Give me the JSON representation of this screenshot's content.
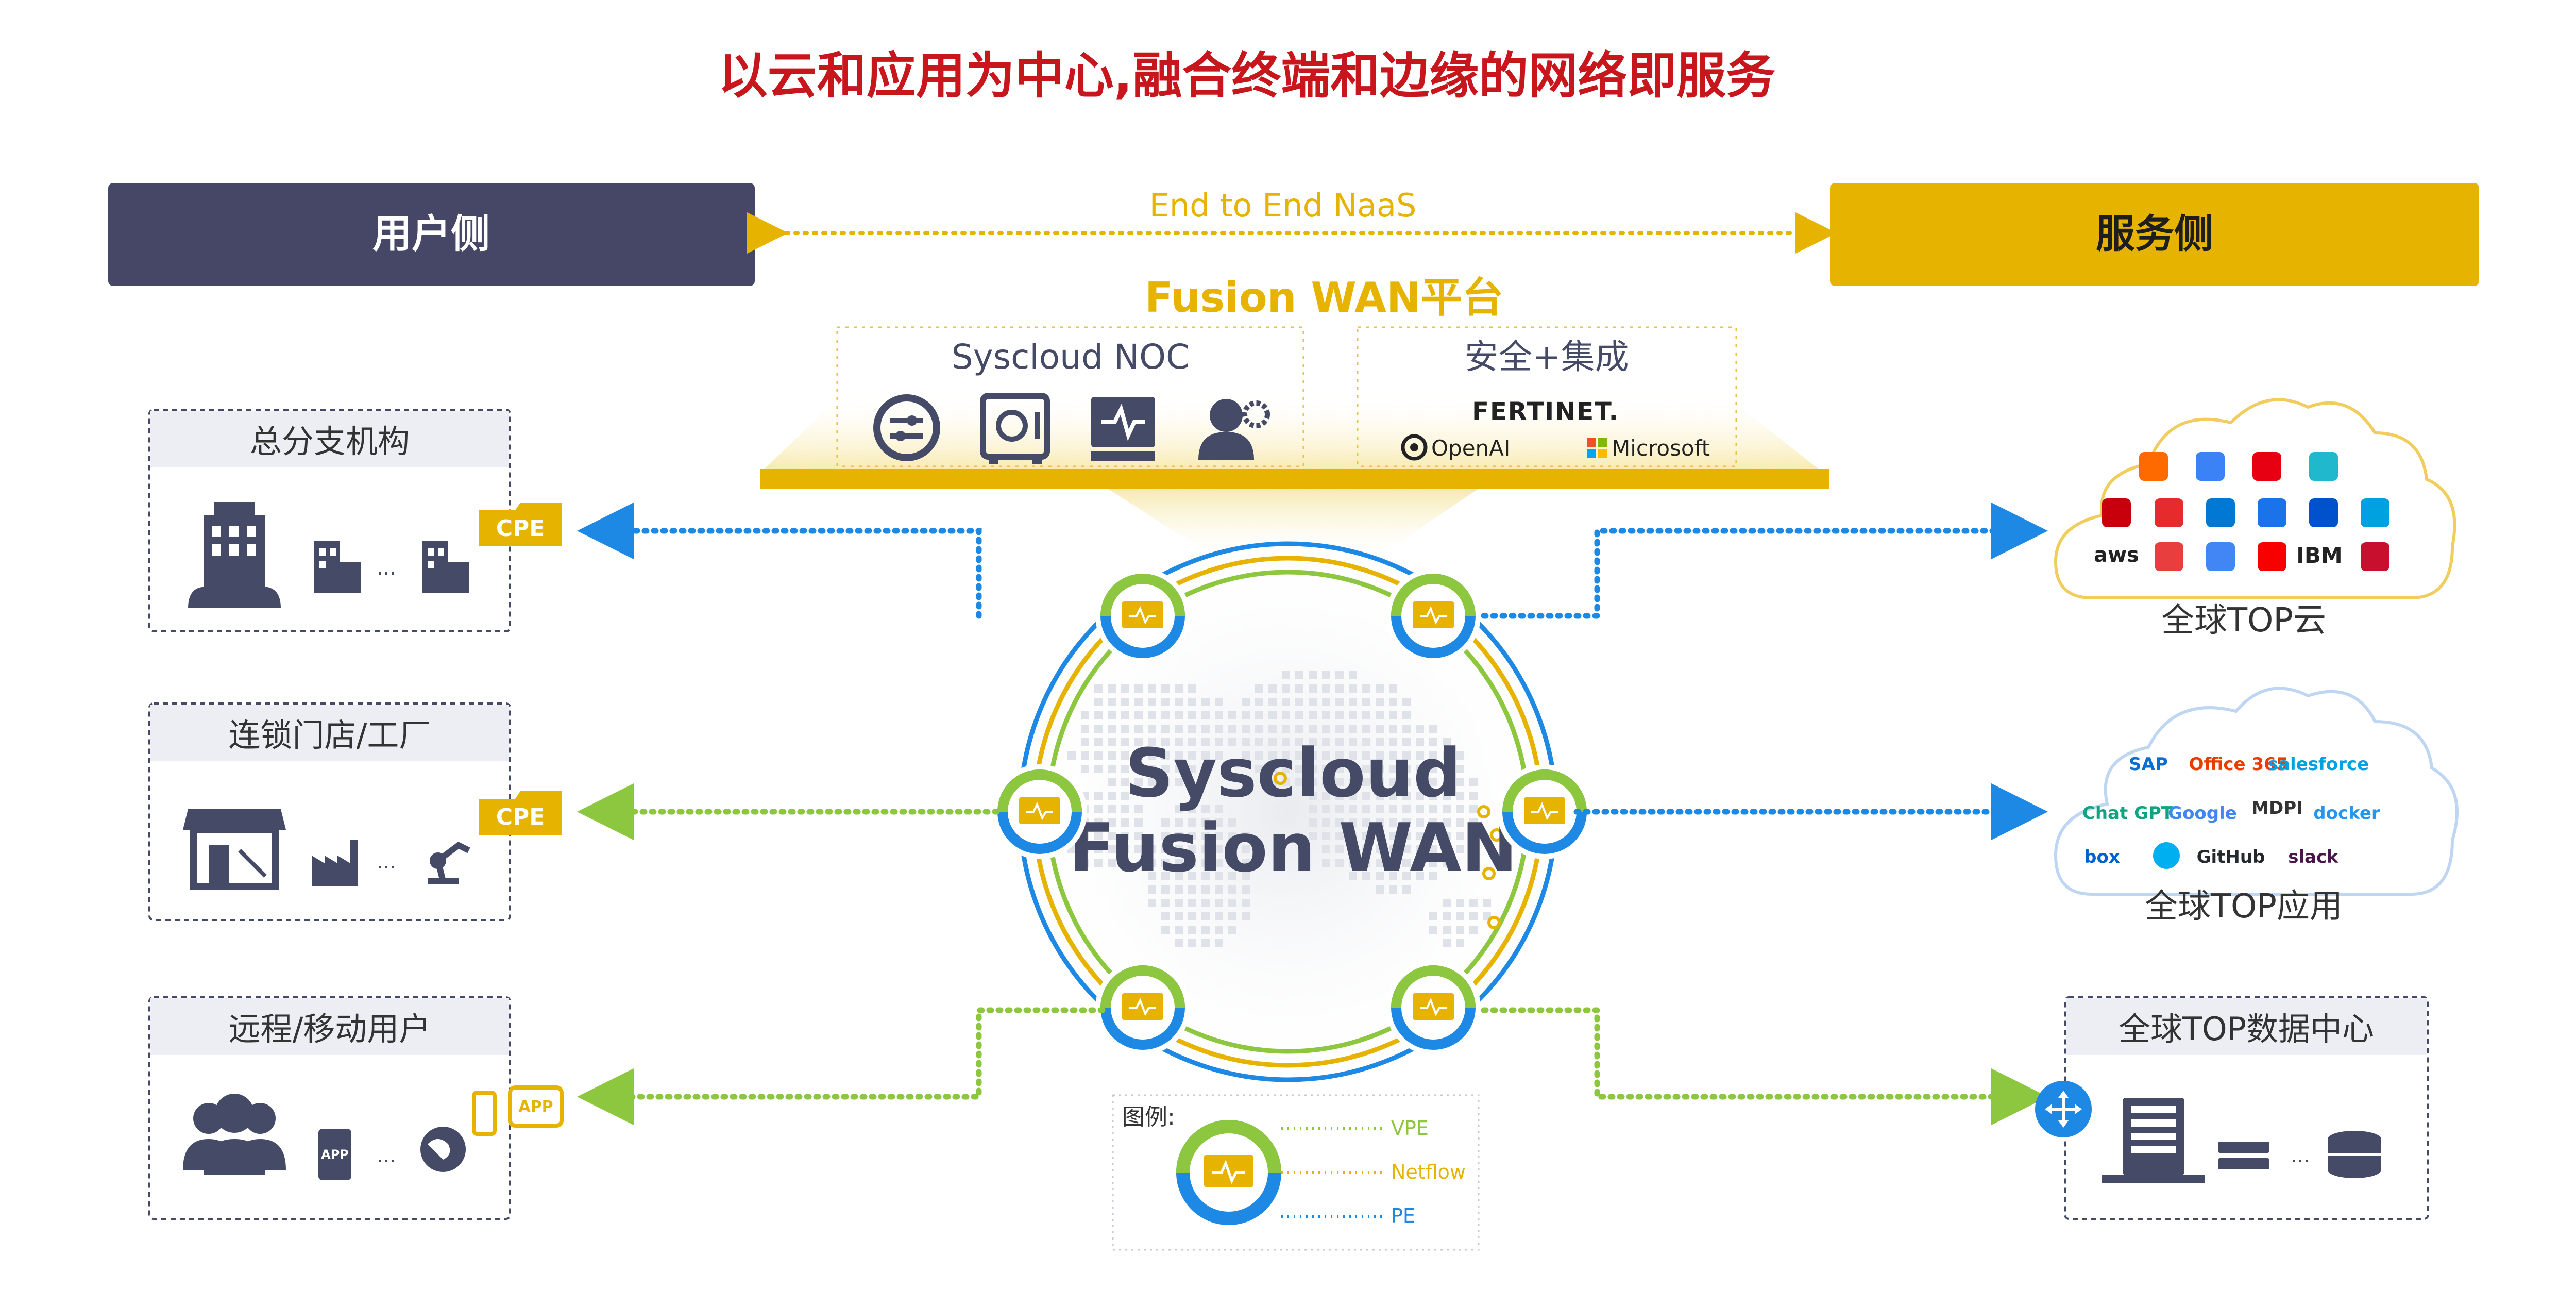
{
  "title": "以云和应用为中心,融合终端和边缘的网络即服务",
  "header": {
    "user_side": "用户侧",
    "service_side": "服务侧",
    "e2e_label": "End to End NaaS"
  },
  "platform": {
    "title": "Fusion WAN平台",
    "noc_title": "Syscloud NOC",
    "security_title": "安全+集成",
    "logos": [
      "FERTINET.",
      "OpenAI",
      "Microsoft"
    ]
  },
  "center": {
    "line1": "Syscloud",
    "line2": "Fusion WAN"
  },
  "left_panels": [
    {
      "title": "总分支机构",
      "badge": "CPE",
      "ellipsis": "..."
    },
    {
      "title": "连锁门店/工厂",
      "badge": "CPE",
      "ellipsis": "..."
    },
    {
      "title": "远程/移动用户",
      "badge": "APP",
      "app_label": "APP",
      "ellipsis": "..."
    }
  ],
  "right_panels": {
    "cloud": {
      "title": "全球TOP云",
      "labels": [
        "aws",
        "IBM"
      ]
    },
    "apps": {
      "title": "全球TOP应用",
      "labels": [
        "SAP",
        "Office 365",
        "salesforce",
        "Chat GPT",
        "Google",
        "MDPI",
        "docker",
        "box",
        "GitHub",
        "slack"
      ]
    },
    "datacenter": {
      "title": "全球TOP数据中心",
      "ellipsis": "..."
    }
  },
  "legend": {
    "title": "图例:",
    "items": [
      {
        "label": "VPE",
        "color": "#8dc63f"
      },
      {
        "label": "Netflow",
        "color": "#e6b800"
      },
      {
        "label": "PE",
        "color": "#1e88e5"
      }
    ]
  },
  "colors": {
    "title_red": "#c8161d",
    "user_bar": "#464667",
    "service_bar": "#e6b400",
    "gold": "#e6b400",
    "blue": "#1e88e5",
    "green": "#8dc63f",
    "slate": "#454a66"
  }
}
